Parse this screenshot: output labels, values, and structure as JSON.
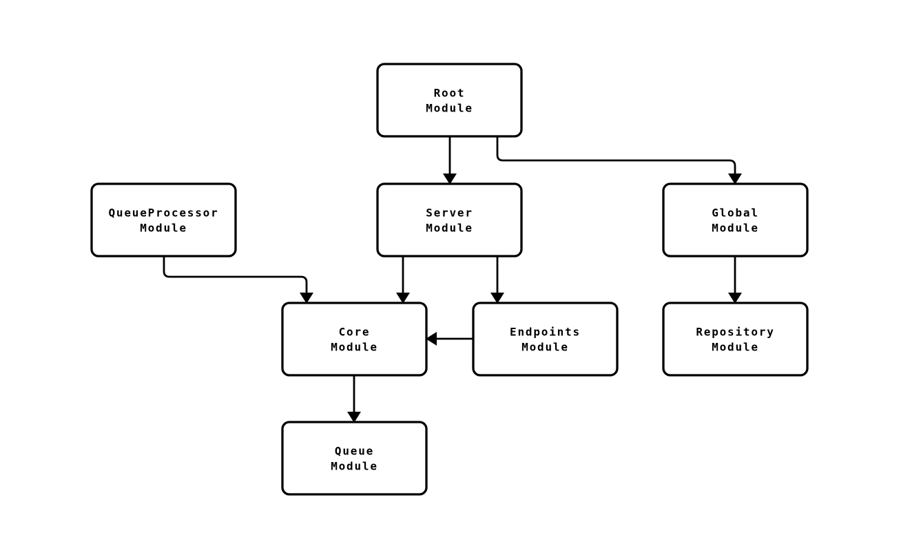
{
  "diagram": {
    "type": "flowchart",
    "background_color": "#ffffff",
    "node_fill_color": "#ffffff",
    "node_border_color": "#000000",
    "text_color": "#000000",
    "nodes": [
      {
        "id": "root",
        "line1": "Root",
        "line2": "Module"
      },
      {
        "id": "server",
        "line1": "Server",
        "line2": "Module"
      },
      {
        "id": "global",
        "line1": "Global",
        "line2": "Module"
      },
      {
        "id": "queueProcessor",
        "line1": "QueueProcessor",
        "line2": "Module"
      },
      {
        "id": "core",
        "line1": "Core",
        "line2": "Module"
      },
      {
        "id": "endpoints",
        "line1": "Endpoints",
        "line2": "Module"
      },
      {
        "id": "repository",
        "line1": "Repository",
        "line2": "Module"
      },
      {
        "id": "queue",
        "line1": "Queue",
        "line2": "Module"
      }
    ],
    "edges": [
      {
        "from": "root",
        "to": "server"
      },
      {
        "from": "root",
        "to": "global"
      },
      {
        "from": "queueProcessor",
        "to": "core"
      },
      {
        "from": "server",
        "to": "core"
      },
      {
        "from": "server",
        "to": "endpoints"
      },
      {
        "from": "endpoints",
        "to": "core"
      },
      {
        "from": "global",
        "to": "repository"
      },
      {
        "from": "core",
        "to": "queue"
      }
    ]
  }
}
